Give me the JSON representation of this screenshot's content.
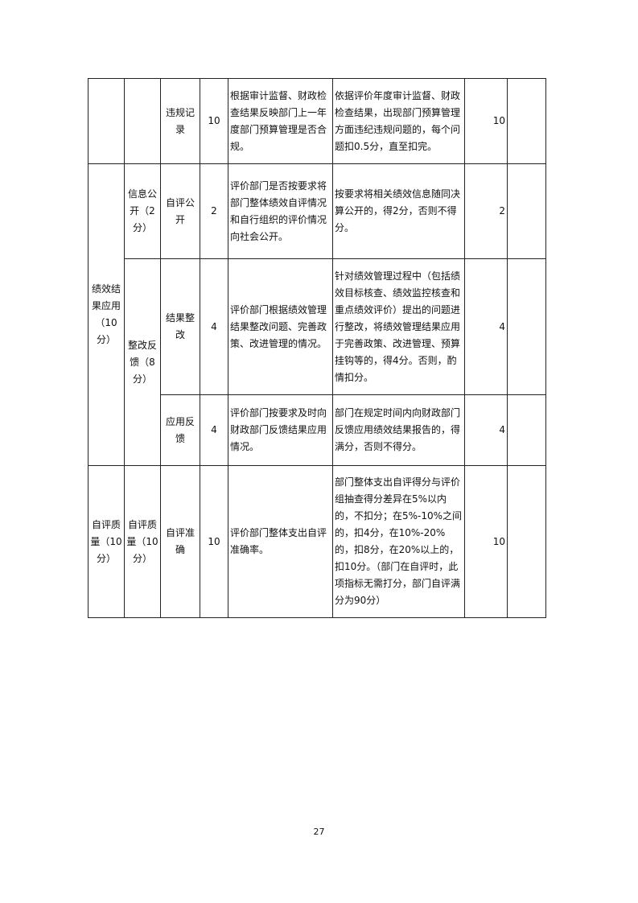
{
  "rows": [
    {
      "l1": "",
      "l2": "",
      "l3": "违规记录",
      "weight": "10",
      "desc": "根据审计监督、财政检查结果反映部门上一年度部门预算管理是否合规。",
      "criteria": "依据评价年度审计监督、财政检查结果，出现部门预算管理方面违纪违规问题的，每个问题扣0.5分，直至扣完。",
      "score": "10",
      "remark": ""
    },
    {
      "l1": "绩效结果应用（10分）",
      "l2": "信息公开（2分）",
      "l3": "自评公开",
      "weight": "2",
      "desc": "评价部门是否按要求将部门整体绩效自评情况和自行组织的评价情况向社会公开。",
      "criteria": "按要求将相关绩效信息随同决算公开的，得2分，否则不得分。",
      "score": "2",
      "remark": ""
    },
    {
      "l2": "整改反馈（8分）",
      "l3": "结果整改",
      "weight": "4",
      "desc": "评价部门根据绩效管理结果整改问题、完善政策、改进管理的情况。",
      "criteria": "针对绩效管理过程中（包括绩效目标核查、绩效监控核查和重点绩效评价）提出的问题进行整改，将绩效管理结果应用于完善政策、改进管理、预算挂钩等的，得4分。否则，酌情扣分。",
      "score": "4",
      "remark": ""
    },
    {
      "l3": "应用反馈",
      "weight": "4",
      "desc": "评价部门按要求及时向财政部门反馈结果应用情况。",
      "criteria": "部门在规定时间内向财政部门反馈应用绩效结果报告的，得满分，否则不得分。",
      "score": "4",
      "remark": ""
    },
    {
      "l1": "自评质量（10分）",
      "l2": "自评质量（10分）",
      "l3": "自评准确",
      "weight": "10",
      "desc": "评价部门整体支出自评准确率。",
      "criteria": "部门整体支出自评得分与评价组抽查得分差异在5%以内的，不扣分；在5%-10%之间的，扣4分，在10%-20%的，扣8分，在20%以上的，扣10分。（部门在自评时，此项指标无需打分，部门自评满分为90分）",
      "score": "10",
      "remark": ""
    }
  ],
  "page_number": "27"
}
